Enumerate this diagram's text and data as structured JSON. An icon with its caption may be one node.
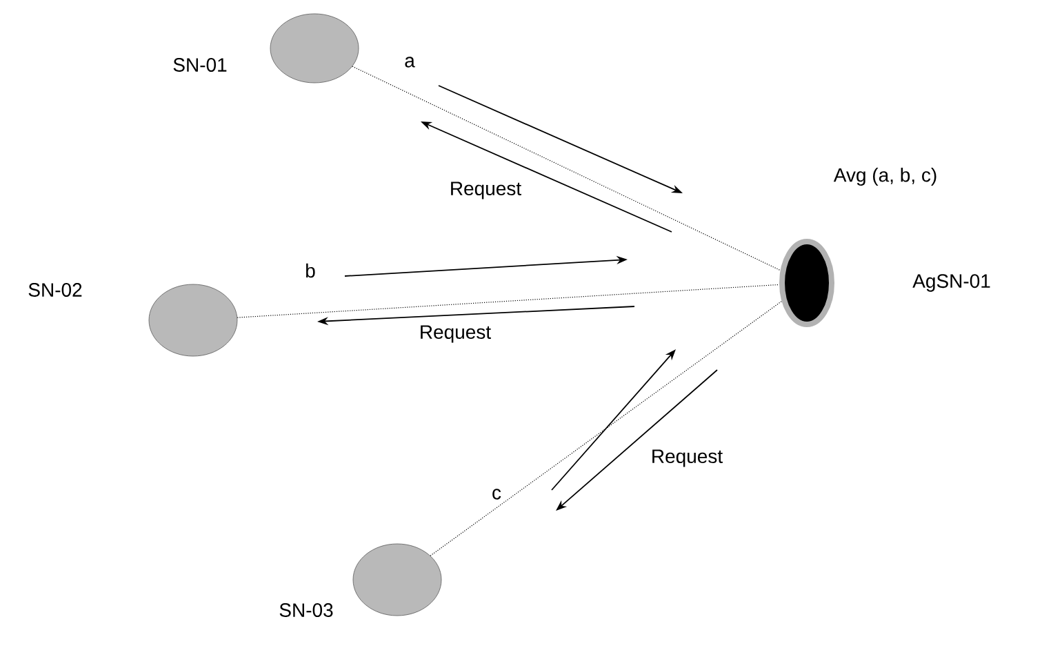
{
  "diagram": {
    "nodes": [
      {
        "text": [],
        "shape": "circle",
        "beside": [
          "SN-01"
        ]
      },
      {
        "text": [],
        "shape": "circle",
        "beside": [
          "SN-02"
        ]
      },
      {
        "text": [],
        "shape": "circle",
        "beside": [
          "SN-03"
        ]
      },
      {
        "text": [],
        "shape": "circle",
        "beside": [
          "Avg (a, b, c)"
        ]
      }
    ],
    "edges": [
      {
        "from": 0,
        "to": 3,
        "arrow": "none",
        "style": "dashed"
      },
      {
        "from": 1,
        "to": 3,
        "arrow": "none",
        "style": "dashed"
      },
      {
        "from": 2,
        "to": 3,
        "arrow": "none",
        "style": "dashed"
      }
    ],
    "labels": [
      "a",
      "Request",
      "b",
      "AgSN-01",
      "Request",
      "Request",
      "c"
    ]
  }
}
